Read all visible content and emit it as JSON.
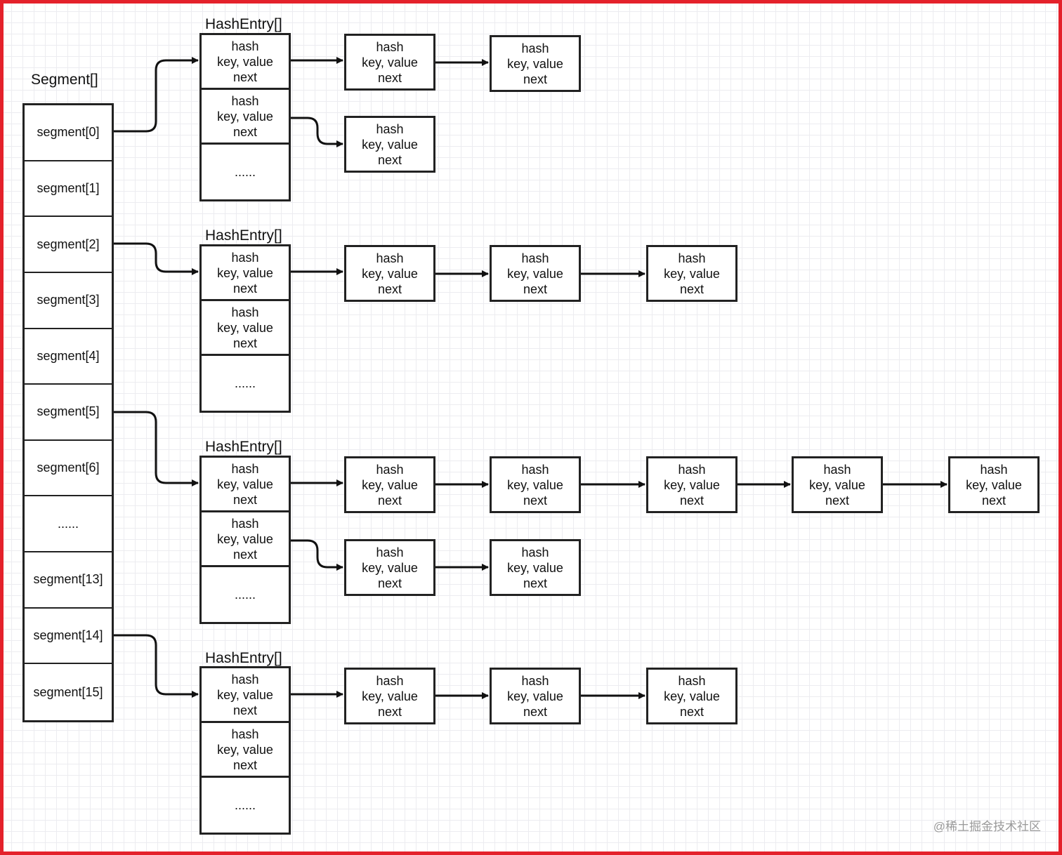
{
  "segment_array": {
    "title": "Segment[]",
    "cells": [
      "segment[0]",
      "segment[1]",
      "segment[2]",
      "segment[3]",
      "segment[4]",
      "segment[5]",
      "segment[6]",
      "......",
      "segment[13]",
      "segment[14]",
      "segment[15]"
    ]
  },
  "hash_tables": [
    {
      "title": "HashEntry[]",
      "source_segment": "segment[0]",
      "slots": [
        {
          "hash": "hash",
          "kv": "key, value",
          "next": "next"
        },
        {
          "hash": "hash",
          "kv": "key, value",
          "next": "next"
        },
        {
          "ellipsis": "......"
        }
      ],
      "chains": [
        [
          {
            "hash": "hash",
            "kv": "key, value",
            "next": "next"
          },
          {
            "hash": "hash",
            "kv": "key, value",
            "next": "next"
          }
        ],
        [
          {
            "hash": "hash",
            "kv": "key, value",
            "next": "next"
          }
        ]
      ]
    },
    {
      "title": "HashEntry[]",
      "source_segment": "segment[2]",
      "slots": [
        {
          "hash": "hash",
          "kv": "key, value",
          "next": "next"
        },
        {
          "hash": "hash",
          "kv": "key, value",
          "next": "next"
        },
        {
          "ellipsis": "......"
        }
      ],
      "chains": [
        [
          {
            "hash": "hash",
            "kv": "key, value",
            "next": "next"
          },
          {
            "hash": "hash",
            "kv": "key, value",
            "next": "next"
          },
          {
            "hash": "hash",
            "kv": "key, value",
            "next": "next"
          }
        ]
      ]
    },
    {
      "title": "HashEntry[]",
      "source_segment": "segment[5]",
      "slots": [
        {
          "hash": "hash",
          "kv": "key, value",
          "next": "next"
        },
        {
          "hash": "hash",
          "kv": "key, value",
          "next": "next"
        },
        {
          "ellipsis": "......"
        }
      ],
      "chains": [
        [
          {
            "hash": "hash",
            "kv": "key, value",
            "next": "next"
          },
          {
            "hash": "hash",
            "kv": "key, value",
            "next": "next"
          },
          {
            "hash": "hash",
            "kv": "key, value",
            "next": "next"
          },
          {
            "hash": "hash",
            "kv": "key, value",
            "next": "next"
          },
          {
            "hash": "hash",
            "kv": "key, value",
            "next": "next"
          }
        ],
        [
          {
            "hash": "hash",
            "kv": "key, value",
            "next": "next"
          },
          {
            "hash": "hash",
            "kv": "key, value",
            "next": "next"
          }
        ]
      ]
    },
    {
      "title": "HashEntry[]",
      "source_segment": "segment[14]",
      "slots": [
        {
          "hash": "hash",
          "kv": "key, value",
          "next": "next"
        },
        {
          "hash": "hash",
          "kv": "key, value",
          "next": "next"
        },
        {
          "ellipsis": "......"
        }
      ],
      "chains": [
        [
          {
            "hash": "hash",
            "kv": "key, value",
            "next": "next"
          },
          {
            "hash": "hash",
            "kv": "key, value",
            "next": "next"
          },
          {
            "hash": "hash",
            "kv": "key, value",
            "next": "next"
          }
        ]
      ]
    }
  ],
  "watermark": "@稀土掘金技术社区",
  "colors": {
    "frame": "#e4212b",
    "line": "#222222",
    "grid": "#ececf0"
  }
}
